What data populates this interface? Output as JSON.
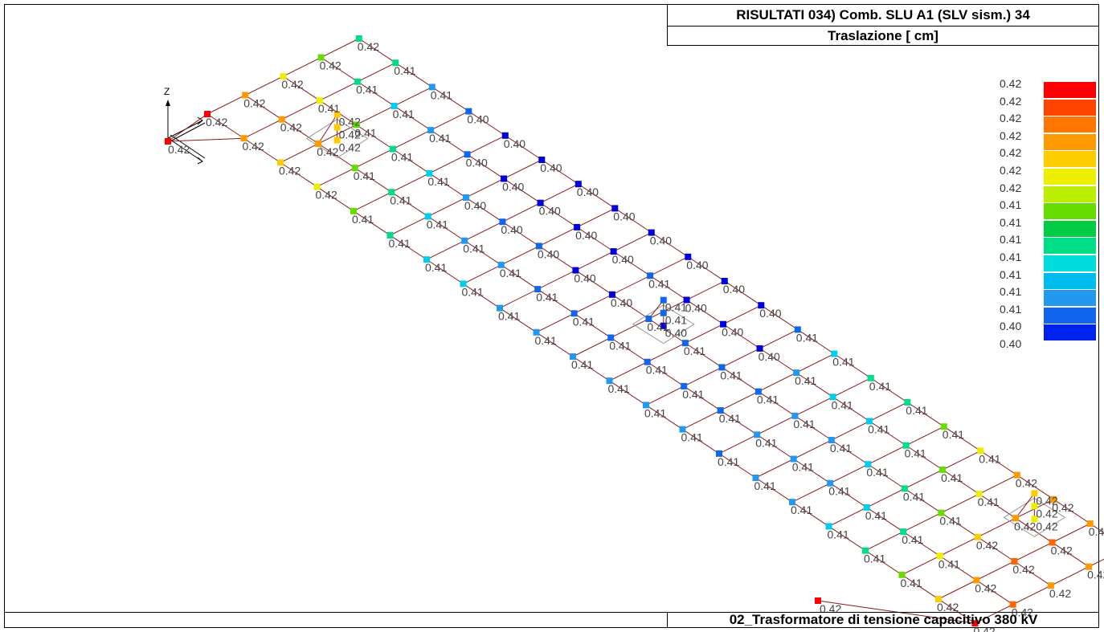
{
  "header": {
    "title_line1": "RISULTATI   034) Comb. SLU A1 (SLV sism.) 34",
    "title_line2": "Traslazione [ cm]"
  },
  "footer": {
    "model_name": "02_Trasformatore di tensione capacitivo 380 kV"
  },
  "axes": {
    "z_label": "Z"
  },
  "legend": {
    "labels": [
      "0.42",
      "0.42",
      "0.42",
      "0.42",
      "0.42",
      "0.42",
      "0.42",
      "0.41",
      "0.41",
      "0.41",
      "0.41",
      "0.41",
      "0.41",
      "0.41",
      "0.40",
      "0.40"
    ],
    "colors": [
      "#ff0000",
      "#ff4400",
      "#ff7700",
      "#ff9900",
      "#ffcc00",
      "#eeee00",
      "#bbee00",
      "#66dd00",
      "#00cc44",
      "#00dd88",
      "#00dddd",
      "#00bbee",
      "#2299ee",
      "#1166ee",
      "#0022ee",
      "#0000cc"
    ]
  },
  "colors": {
    "beam": "#8b1a1a",
    "outline": "#999999",
    "level": [
      "#0000dd",
      "#1166ee",
      "#2299ee",
      "#00ccee",
      "#00dd88",
      "#66dd00",
      "#eeee00",
      "#ffcc00",
      "#ff9900",
      "#ff6600",
      "#ff0000"
    ]
  },
  "grid": {
    "columns": 5,
    "rows": 22,
    "value_levels": [
      [
        10,
        8,
        6,
        5,
        4
      ],
      [
        8,
        8,
        6,
        4,
        4
      ],
      [
        7,
        8,
        5,
        3,
        2
      ],
      [
        6,
        5,
        4,
        2,
        1
      ],
      [
        5,
        4,
        3,
        1,
        0
      ],
      [
        4,
        3,
        2,
        0,
        0
      ],
      [
        3,
        2,
        1,
        0,
        0
      ],
      [
        3,
        2,
        1,
        0,
        0
      ],
      [
        2,
        1,
        0,
        0,
        0
      ],
      [
        2,
        1,
        0,
        1,
        0
      ],
      [
        2,
        1,
        1,
        0,
        0
      ],
      [
        2,
        1,
        1,
        0,
        0
      ],
      [
        2,
        1,
        1,
        0,
        1
      ],
      [
        2,
        1,
        1,
        2,
        3
      ],
      [
        1,
        2,
        2,
        3,
        4
      ],
      [
        2,
        2,
        2,
        3,
        4
      ],
      [
        2,
        2,
        3,
        4,
        5
      ],
      [
        3,
        3,
        4,
        5,
        6
      ],
      [
        4,
        4,
        5,
        6,
        8
      ],
      [
        5,
        6,
        7,
        8,
        8
      ],
      [
        7,
        8,
        9,
        9,
        8
      ],
      [
        10,
        9,
        8,
        8,
        8
      ]
    ],
    "value_labels": [
      [
        "0.42",
        "0.42",
        "0.42",
        "0.42",
        "0.42"
      ],
      [
        "0.42",
        "0.42",
        "0.41",
        "0.41",
        "0.41"
      ],
      [
        "0.42",
        "0.42",
        "0.41",
        "0.41",
        "0.41"
      ],
      [
        "0.42",
        "0.41",
        "0.41",
        "0.41",
        "0.40"
      ],
      [
        "0.41",
        "0.41",
        "0.41",
        "0.40",
        "0.40"
      ],
      [
        "0.41",
        "0.41",
        "0.40",
        "0.40",
        "0.40"
      ],
      [
        "0.41",
        "0.41",
        "0.40",
        "0.40",
        "0.40"
      ],
      [
        "0.41",
        "0.41",
        "0.40",
        "0.40",
        "0.40"
      ],
      [
        "0.41",
        "0.41",
        "0.40",
        "0.40",
        "0.40"
      ],
      [
        "0.41",
        "0.41",
        "0.40",
        "0.41",
        "0.40"
      ],
      [
        "0.41",
        "0.41",
        "0.41",
        "0.40",
        "0.40"
      ],
      [
        "0.41",
        "0.41",
        "0.41",
        "0.40",
        "0.40"
      ],
      [
        "0.41",
        "0.41",
        "0.41",
        "0.40",
        "0.41"
      ],
      [
        "0.41",
        "0.41",
        "0.41",
        "0.41",
        "0.41"
      ],
      [
        "0.41",
        "0.41",
        "0.41",
        "0.41",
        "0.41"
      ],
      [
        "0.41",
        "0.41",
        "0.41",
        "0.41",
        "0.41"
      ],
      [
        "0.41",
        "0.41",
        "0.41",
        "0.41",
        "0.41"
      ],
      [
        "0.41",
        "0.41",
        "0.41",
        "0.41",
        "0.41"
      ],
      [
        "0.41",
        "0.41",
        "0.41",
        "0.41",
        "0.42"
      ],
      [
        "0.41",
        "0.41",
        "0.42",
        "0.42",
        "0.42"
      ],
      [
        "0.42",
        "0.42",
        "0.42",
        "0.42",
        "0.42"
      ],
      [
        "0.42",
        "0.42",
        "0.42",
        "0.42",
        "0.42"
      ]
    ]
  },
  "insets": [
    {
      "values": [
        "0.42",
        "0.42",
        "0.42"
      ],
      "levels": [
        7,
        7,
        7
      ]
    },
    {
      "values": [
        "0.41",
        "0.41",
        "0.40"
      ],
      "levels": [
        1,
        1,
        0
      ]
    },
    {
      "values": [
        "0.42",
        "0.42",
        "0.42"
      ],
      "levels": [
        7,
        6,
        6
      ]
    }
  ],
  "support_labels": [
    "0.42",
    "0.42"
  ]
}
